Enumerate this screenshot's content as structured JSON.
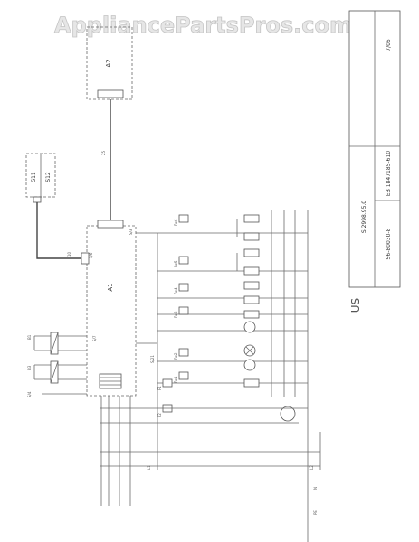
{
  "watermark": "AppliancePartsPros.com",
  "title_block": {
    "date": "7/06",
    "doc1": "S 2998.95.0",
    "doc2": "EB 1847185-610",
    "doc3": "S6-80030-8",
    "mark": "US"
  },
  "modules": {
    "a1": "A1",
    "a2": "A2",
    "s11": "S11",
    "s12": "S12"
  },
  "labels": {
    "s3": "S/3",
    "s6": "S/6",
    "s7": "S/7",
    "w10": "10",
    "w25": "25",
    "d1": "B1",
    "d2": "B3",
    "d3": "S/4",
    "f1": "F1",
    "f2": "F2",
    "s21": "S/21"
  },
  "relays": [
    {
      "tag": "Re1"
    },
    {
      "tag": "Re2"
    },
    {
      "tag": "Re3"
    },
    {
      "tag": "Re4"
    },
    {
      "tag": "Re5"
    },
    {
      "tag": "Re6"
    }
  ],
  "terminals": {
    "l1": "L1",
    "l2": "L2",
    "n": "N",
    "pe": "PE"
  }
}
